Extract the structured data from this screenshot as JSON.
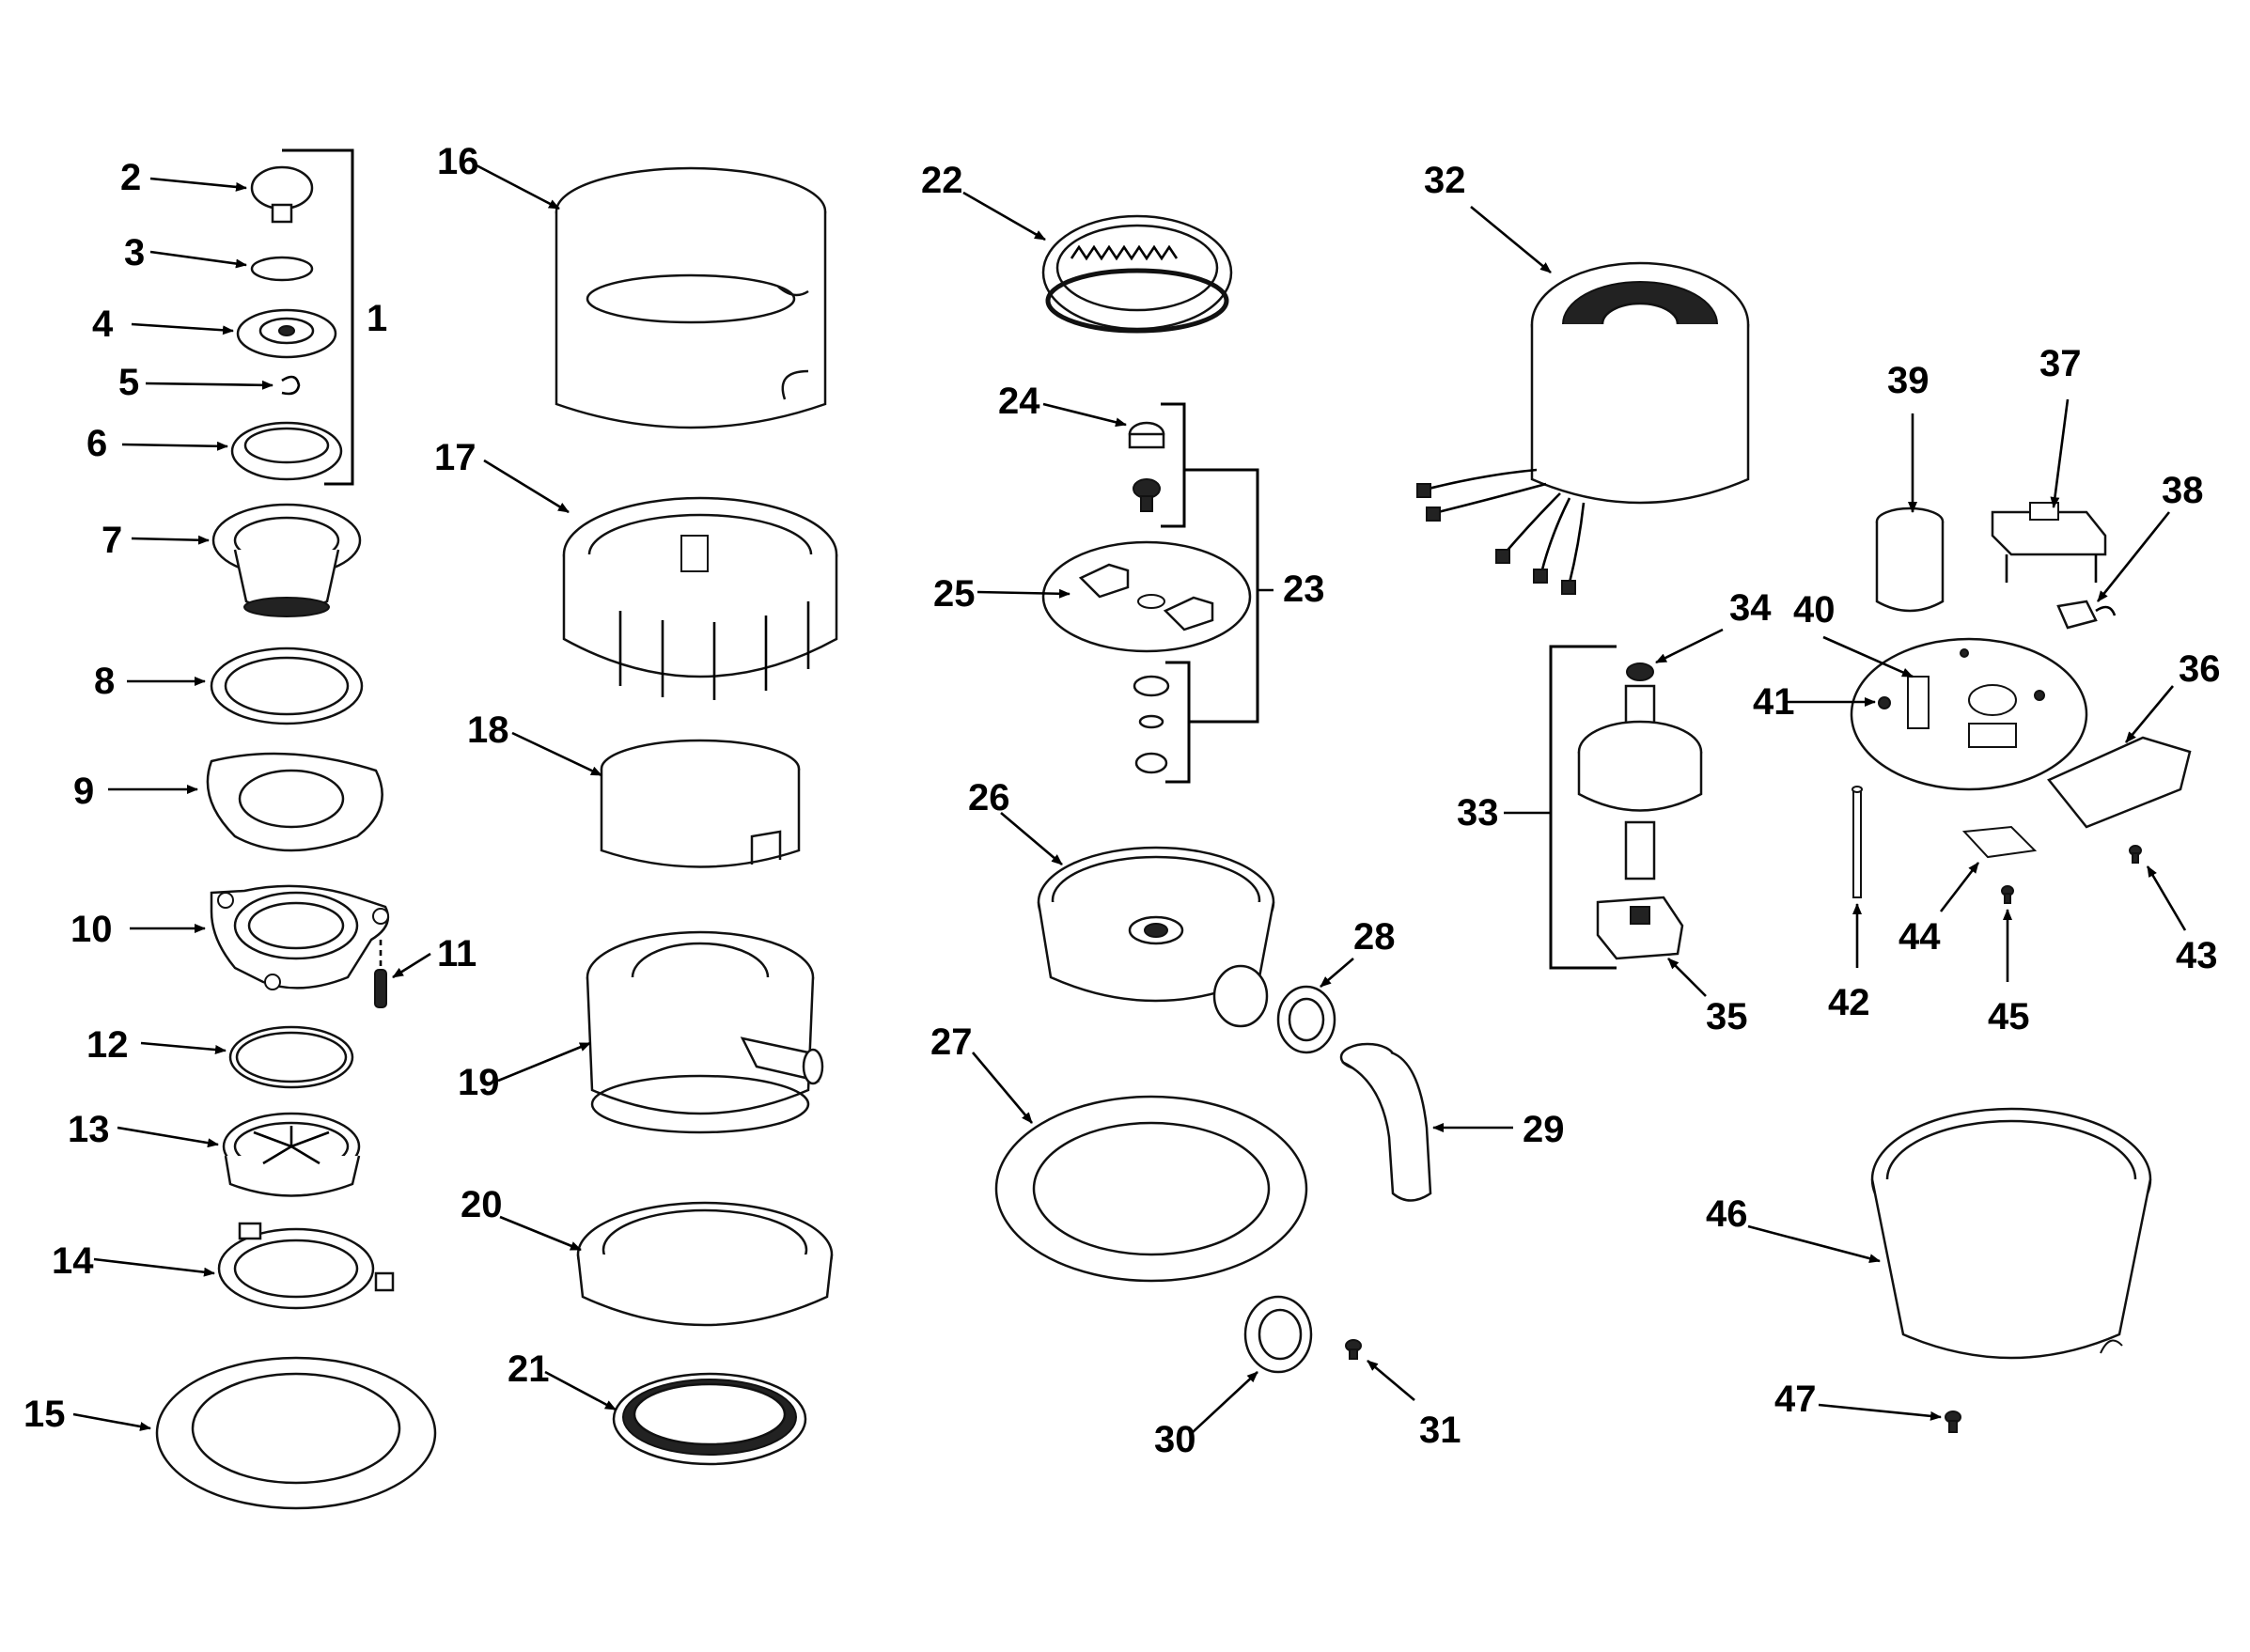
{
  "labels": {
    "p1": "1",
    "p2": "2",
    "p3": "3",
    "p4": "4",
    "p5": "5",
    "p6": "6",
    "p7": "7",
    "p8": "8",
    "p9": "9",
    "p10": "10",
    "p11": "11",
    "p12": "12",
    "p13": "13",
    "p14": "14",
    "p15": "15",
    "p16": "16",
    "p17": "17",
    "p18": "18",
    "p19": "19",
    "p20": "20",
    "p21": "21",
    "p22": "22",
    "p23": "23",
    "p24": "24",
    "p25": "25",
    "p26": "26",
    "p27": "27",
    "p28": "28",
    "p29": "29",
    "p30": "30",
    "p31": "31",
    "p32": "32",
    "p33": "33",
    "p34": "34",
    "p35": "35",
    "p36": "36",
    "p37": "37",
    "p38": "38",
    "p39": "39",
    "p40": "40",
    "p41": "41",
    "p42": "42",
    "p43": "43",
    "p44": "44",
    "p45": "45",
    "p46": "46",
    "p47": "47"
  }
}
